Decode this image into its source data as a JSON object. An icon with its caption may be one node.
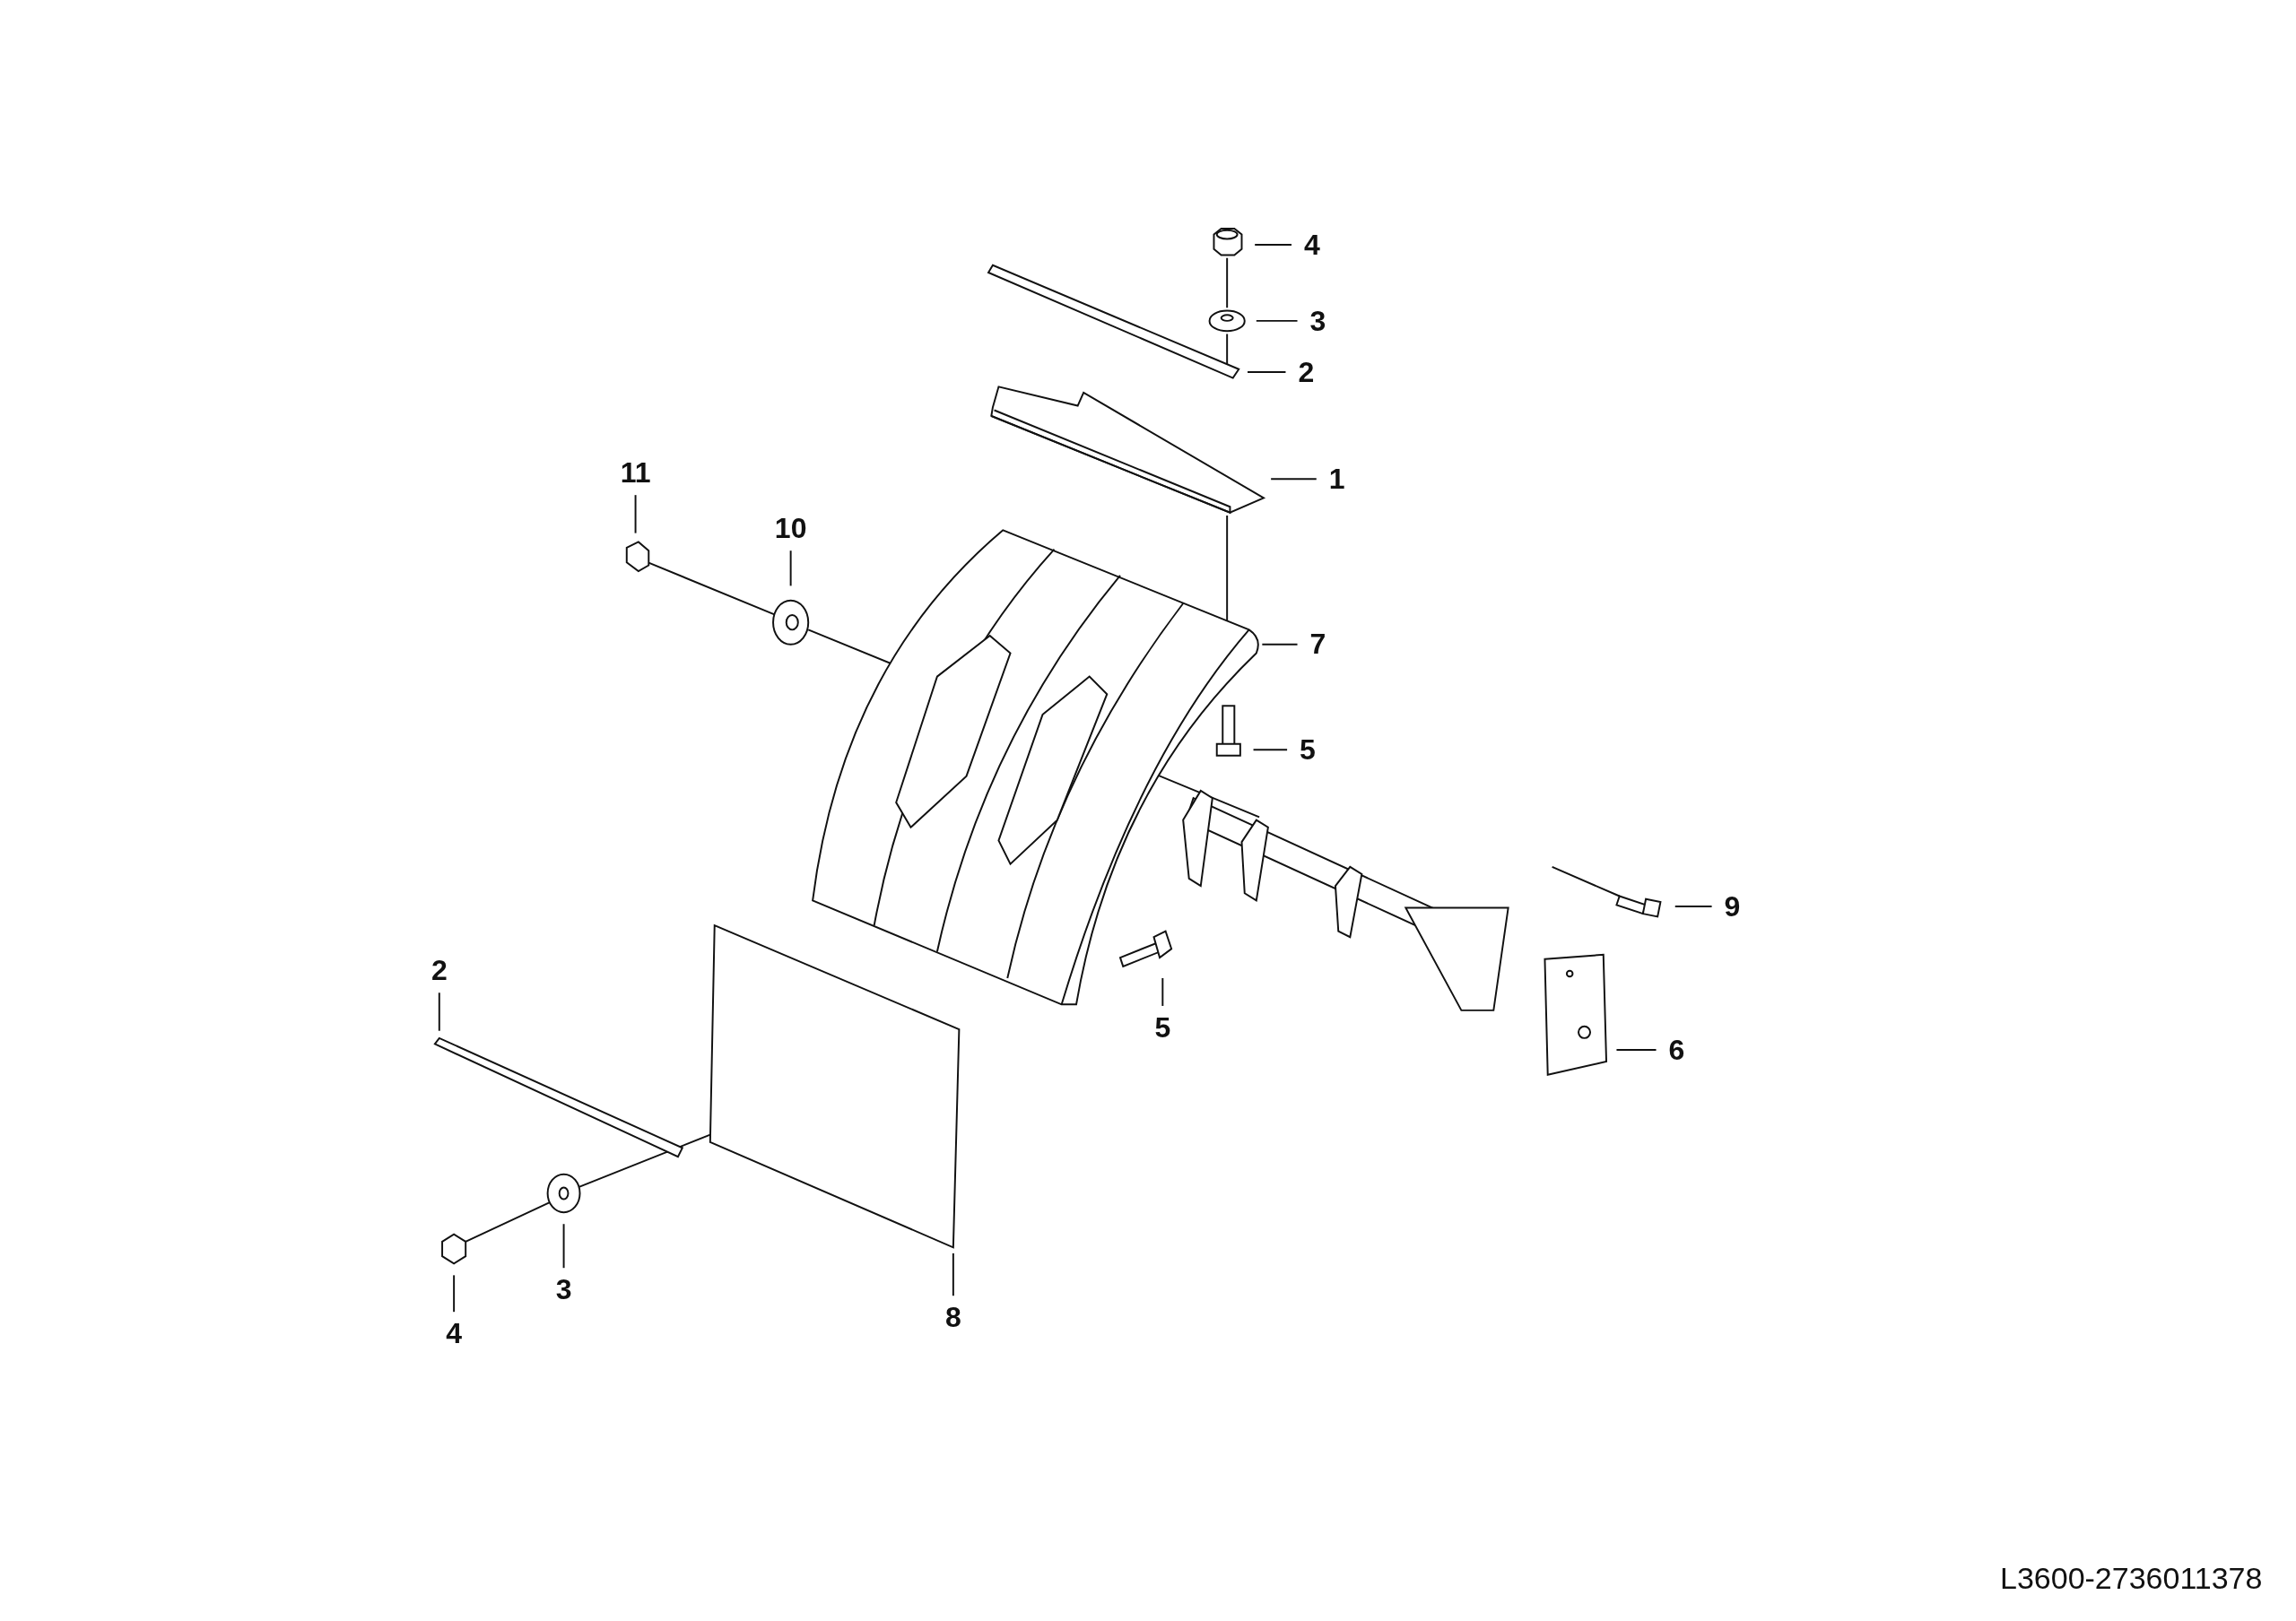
{
  "diagram": {
    "nodes": [
      {
        "text": [
          "4"
        ]
      },
      {
        "text": [
          "3"
        ]
      },
      {
        "text": [
          "2"
        ]
      },
      {
        "text": [
          "11"
        ]
      },
      {
        "text": [
          "1"
        ]
      },
      {
        "text": [
          "10"
        ]
      },
      {
        "text": [
          "7"
        ]
      },
      {
        "text": [
          "5"
        ]
      },
      {
        "text": [
          "9"
        ]
      },
      {
        "text": [
          "2"
        ]
      },
      {
        "text": [
          "5"
        ]
      },
      {
        "text": [
          "6"
        ]
      },
      {
        "text": [
          "3"
        ]
      },
      {
        "text": [
          "8"
        ]
      },
      {
        "text": [
          "4"
        ]
      }
    ],
    "edges": [
      {
        "from": 0,
        "to": null,
        "arrow": "none"
      },
      {
        "from": 1,
        "to": null,
        "arrow": "none"
      },
      {
        "from": 2,
        "to": null,
        "arrow": "none"
      },
      {
        "from": 3,
        "to": null,
        "arrow": "none"
      },
      {
        "from": 4,
        "to": null,
        "arrow": "none"
      },
      {
        "from": 5,
        "to": null,
        "arrow": "none"
      },
      {
        "from": 6,
        "to": null,
        "arrow": "none"
      },
      {
        "from": 7,
        "to": null,
        "arrow": "none"
      },
      {
        "from": 8,
        "to": null,
        "arrow": "none"
      },
      {
        "from": 9,
        "to": null,
        "arrow": "none"
      },
      {
        "from": 10,
        "to": null,
        "arrow": "none"
      },
      {
        "from": 11,
        "to": null,
        "arrow": "none"
      },
      {
        "from": 12,
        "to": null,
        "arrow": "none"
      },
      {
        "from": 13,
        "to": null,
        "arrow": "none"
      },
      {
        "from": 14,
        "to": null,
        "arrow": "none"
      }
    ],
    "labels": [
      "L3600-2736011378"
    ]
  }
}
